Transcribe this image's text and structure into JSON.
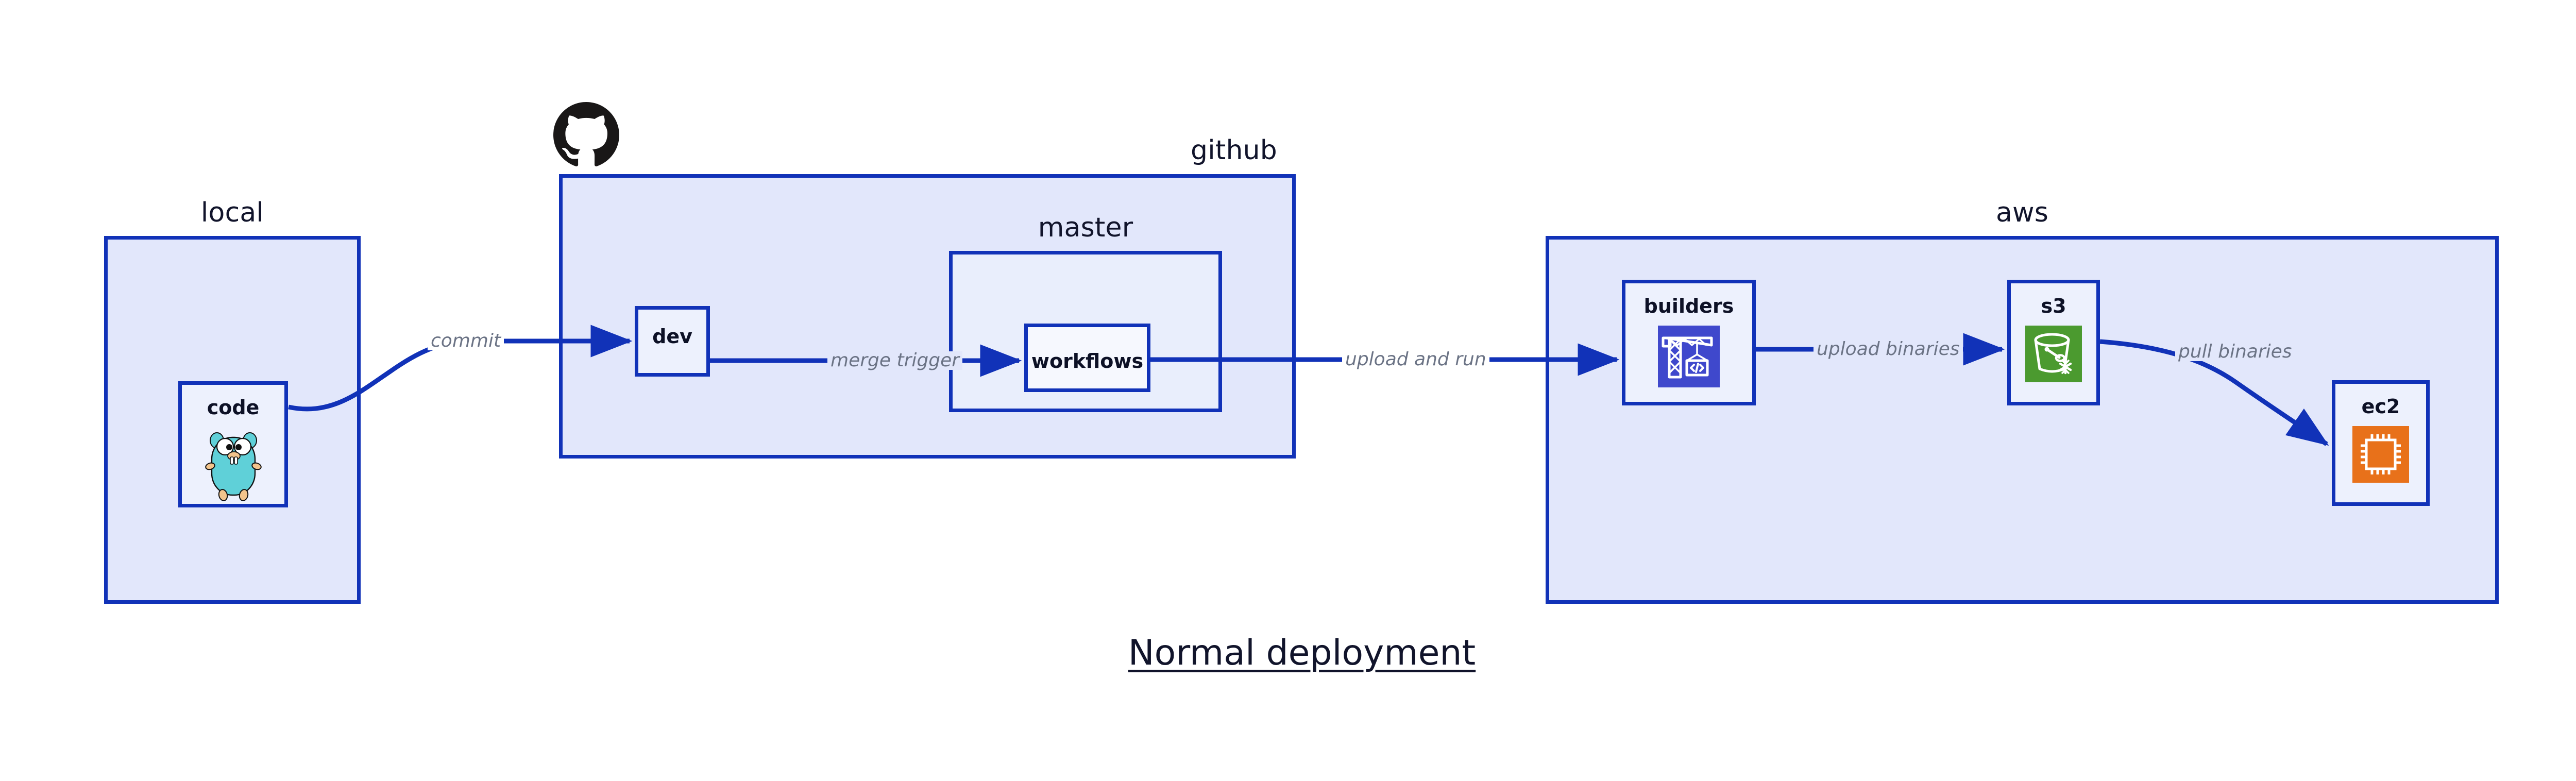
{
  "diagram": {
    "title": "Normal deployment",
    "colors": {
      "group_border": "#1132b8",
      "group_fill": "#e2e7fb",
      "node_fill": "#edf1fd",
      "edge_stroke": "#1132b8",
      "edge_label_text": "#6b7385",
      "text": "#11142b",
      "builders_icon_bg": "#3f48cc",
      "s3_icon_bg": "#4b9a2f",
      "ec2_icon_bg": "#e8711a",
      "go_gopher_body": "#5fd0d8",
      "github_logo": "#191717"
    }
  },
  "groups": [
    {
      "id": "local",
      "label": "local"
    },
    {
      "id": "github",
      "label": "github"
    },
    {
      "id": "master",
      "label": "master"
    },
    {
      "id": "aws",
      "label": "aws"
    }
  ],
  "nodes": [
    {
      "id": "code",
      "label": "code",
      "icon": "go-gopher-icon"
    },
    {
      "id": "dev",
      "label": "dev",
      "icon": null
    },
    {
      "id": "workflows",
      "label": "workflows",
      "icon": null
    },
    {
      "id": "builders",
      "label": "builders",
      "icon": "aws-codebuild-crane-icon"
    },
    {
      "id": "s3",
      "label": "s3",
      "icon": "aws-s3-bucket-icon"
    },
    {
      "id": "ec2",
      "label": "ec2",
      "icon": "aws-ec2-chip-icon"
    }
  ],
  "edges": [
    {
      "id": "code-to-dev",
      "from": "code",
      "to": "dev",
      "label": "commit"
    },
    {
      "id": "dev-to-workflows",
      "from": "dev",
      "to": "workflows",
      "label": "merge trigger"
    },
    {
      "id": "workflows-to-builders",
      "from": "workflows",
      "to": "builders",
      "label": "upload and run"
    },
    {
      "id": "builders-to-s3",
      "from": "builders",
      "to": "s3",
      "label": "upload binaries"
    },
    {
      "id": "s3-to-ec2",
      "from": "s3",
      "to": "ec2",
      "label": "pull binaries"
    }
  ],
  "logos": [
    {
      "id": "github-mark",
      "name": "github-octocat-logo"
    }
  ]
}
